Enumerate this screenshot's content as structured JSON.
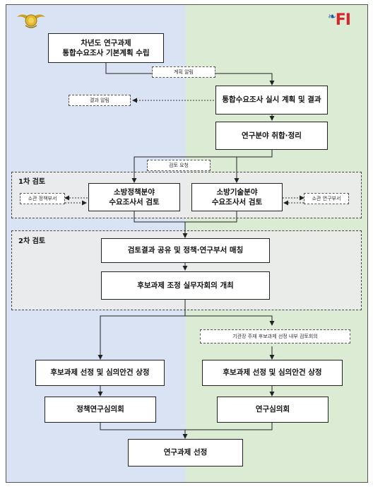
{
  "steps": {
    "s1_line1": "차년도 연구과제",
    "s1_line2": "통합수요조사 기본계획 수립",
    "s2": "통합수요조사 실시 계획 및 결과",
    "s3": "연구분야 취합·정리",
    "r1_left_line1": "소방정책분야",
    "r1_left_line2": "수요조사서 검토",
    "r1_right_line1": "소방기술분야",
    "r1_right_line2": "수요조사서 검토",
    "r2_a": "검토결과 공유 및 정책·연구부서 매칭",
    "r2_b": "후보과제 조정 실무자회의 개최",
    "sel_left": "후보과제 선정 및 심의안건 상정",
    "sel_right": "후보과제 선정 및 심의안건 상정",
    "council_left": "정책연구심의회",
    "council_right": "연구심의회",
    "final": "연구과제 선정"
  },
  "notes": {
    "plan_notice": "계획 알림",
    "result_notice": "결과 알림",
    "review_request": "검토 요청",
    "policy_dept": "소관 정책부서",
    "research_dept": "소관 연구부서",
    "internal_review": "기관장 주재 후보과제 선정 내부 검토회의"
  },
  "groups": {
    "first_review": "1차 검토",
    "second_review": "2차 검토"
  },
  "logo": {
    "right_text": "FI"
  },
  "colors": {
    "left_bg": "#d9e3f4",
    "right_bg": "#dcebd4",
    "logo_red": "#d6262c",
    "emblem_gold": "#c9a227"
  }
}
